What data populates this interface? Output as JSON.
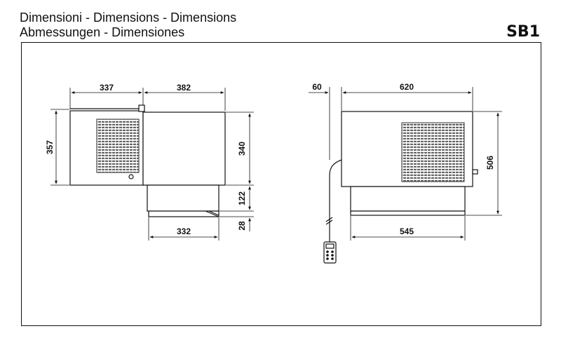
{
  "header": {
    "title_line1": "Dimensioni - Dimensions - Dimensions",
    "title_line2": "Abmessungen - Dimensiones",
    "model": "SB1"
  },
  "side_view": {
    "dim_337": "337",
    "dim_382": "382",
    "dim_357": "357",
    "dim_340": "340",
    "dim_122": "122",
    "dim_28": "28",
    "dim_332": "332"
  },
  "front_view": {
    "dim_60": "60",
    "dim_620": "620",
    "dim_506": "506",
    "dim_545": "545"
  },
  "colors": {
    "line": "#111111",
    "fill": "#ffffff",
    "grille": "#555555"
  }
}
